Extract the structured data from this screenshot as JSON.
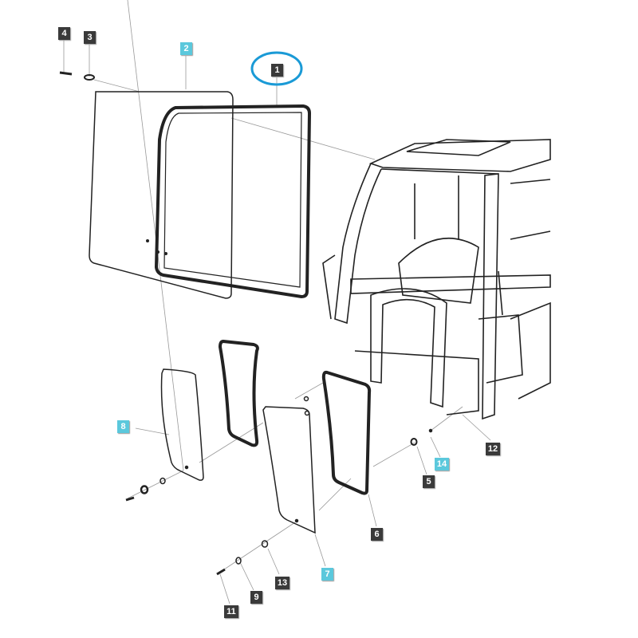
{
  "colors": {
    "callout_dark": "#3a3a3a",
    "callout_highlight": "#5bc8dc",
    "selection_circle": "#1a9ad6",
    "line": "#222222"
  },
  "callouts": [
    {
      "label": "1",
      "style": "dark",
      "circled": true
    },
    {
      "label": "2",
      "style": "cyan"
    },
    {
      "label": "3",
      "style": "dark"
    },
    {
      "label": "4",
      "style": "dark"
    },
    {
      "label": "5",
      "style": "dark"
    },
    {
      "label": "6",
      "style": "dark"
    },
    {
      "label": "7",
      "style": "cyan"
    },
    {
      "label": "8",
      "style": "cyan"
    },
    {
      "label": "9",
      "style": "dark"
    },
    {
      "label": "11",
      "style": "dark"
    },
    {
      "label": "12",
      "style": "dark"
    },
    {
      "label": "13",
      "style": "dark"
    },
    {
      "label": "14",
      "style": "cyan"
    }
  ]
}
